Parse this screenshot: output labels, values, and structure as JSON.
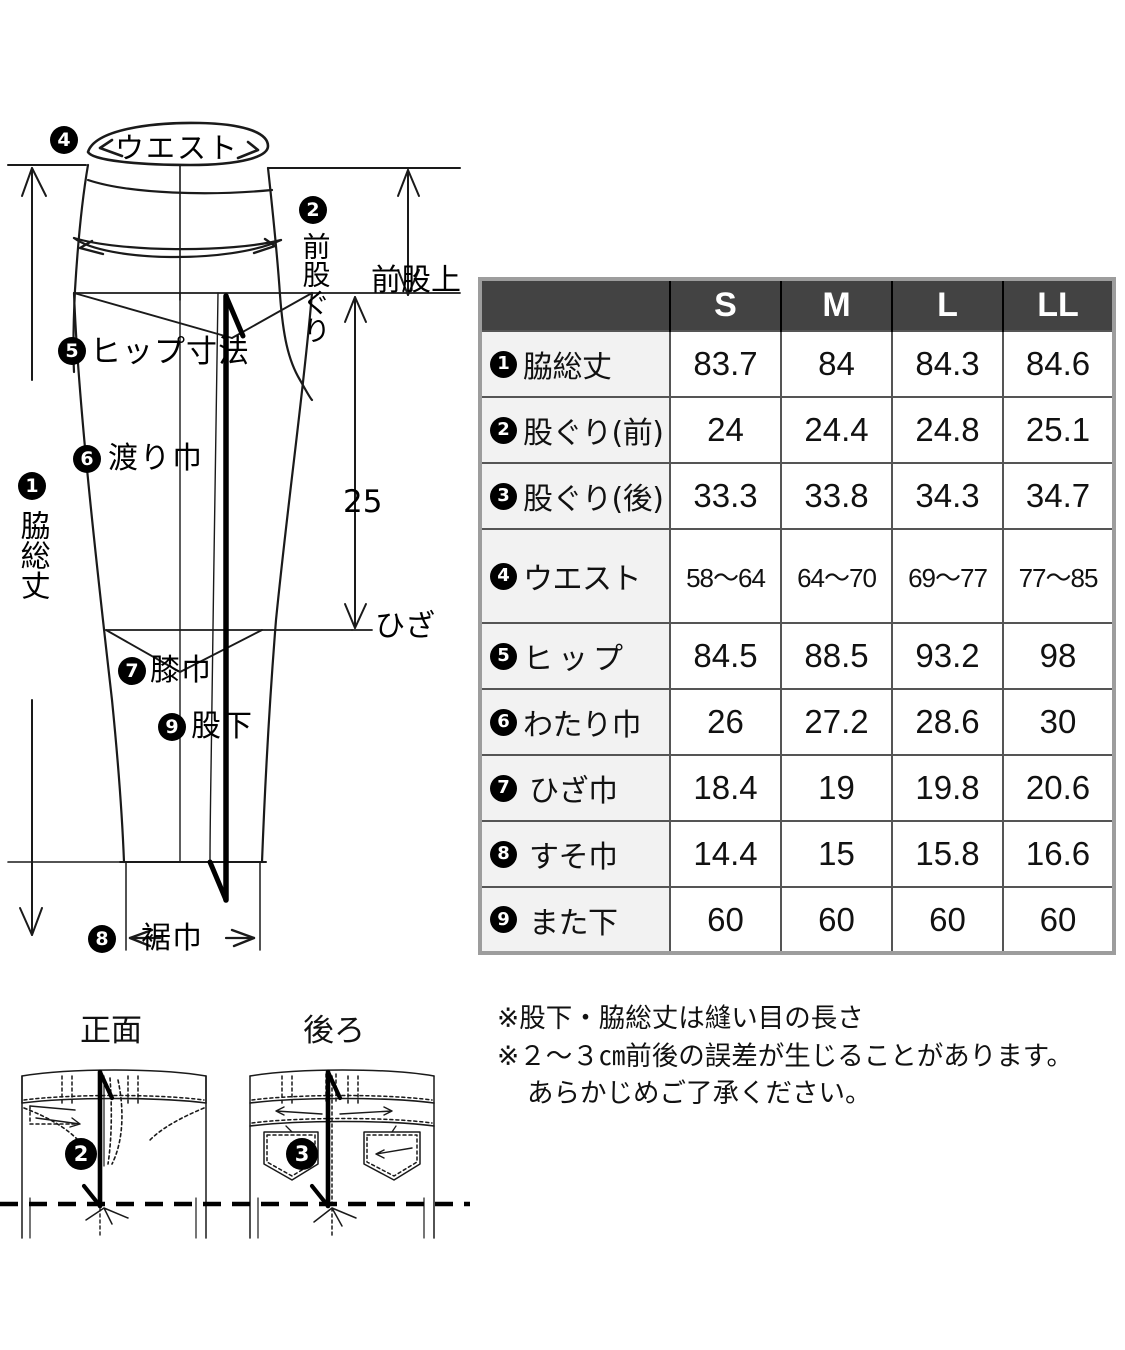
{
  "diagram": {
    "labels": {
      "waist": "ウエスト",
      "front_rise_measure": "前股ぐり",
      "front_rise_height": "前股上",
      "hip_measure": "ヒップ寸法",
      "thigh_width": "渡り巾",
      "side_length": "脇総丈",
      "knee_width": "膝巾",
      "inseam": "股下",
      "hem_width": "裾巾",
      "knee_point": "ひざ",
      "knee_distance": "25"
    },
    "markers": {
      "side_length": "❶",
      "front_rise": "❷",
      "hip": "❺",
      "waist": "❹",
      "thigh": "❻",
      "knee": "❼",
      "hem": "❽",
      "inseam": "❾"
    },
    "marker_numbers": {
      "one": "1",
      "two": "2",
      "three": "3",
      "four": "4",
      "five": "5",
      "six": "6",
      "seven": "7",
      "eight": "8",
      "nine": "9"
    }
  },
  "views": {
    "front_label": "正面",
    "back_label": "後ろ",
    "front_marker": "2",
    "back_marker": "3"
  },
  "table": {
    "header": [
      "",
      "S",
      "M",
      "L",
      "LL"
    ],
    "rows": [
      {
        "num": "1",
        "label": "脇総丈",
        "values": [
          "83.7",
          "84",
          "84.3",
          "84.6"
        ]
      },
      {
        "num": "2",
        "label": "股ぐり(前)",
        "values": [
          "24",
          "24.4",
          "24.8",
          "25.1"
        ]
      },
      {
        "num": "3",
        "label": "股ぐり(後)",
        "values": [
          "33.3",
          "33.8",
          "34.3",
          "34.7"
        ]
      },
      {
        "num": "4",
        "label": "ウエスト",
        "values": [
          "58〜64",
          "64〜70",
          "69〜77",
          "77〜85"
        ]
      },
      {
        "num": "5",
        "label": "ヒップ",
        "values": [
          "84.5",
          "88.5",
          "93.2",
          "98"
        ]
      },
      {
        "num": "6",
        "label": "わたり巾",
        "values": [
          "26",
          "27.2",
          "28.6",
          "30"
        ]
      },
      {
        "num": "7",
        "label": "ひざ巾",
        "values": [
          "18.4",
          "19",
          "19.8",
          "20.6"
        ]
      },
      {
        "num": "8",
        "label": "すそ巾",
        "values": [
          "14.4",
          "15",
          "15.8",
          "16.6"
        ]
      },
      {
        "num": "9",
        "label": "また下",
        "values": [
          "60",
          "60",
          "60",
          "60"
        ]
      }
    ]
  },
  "notes": {
    "line1": "※股下・脇総丈は縫い目の長さ",
    "line2": "※２〜３㎝前後の誤差が生じることがあります。",
    "line3": "あらかじめご了承ください。"
  },
  "colors": {
    "header_bg": "#434343",
    "row_label_bg": "#f2f2f2",
    "table_border": "#9d9d9d",
    "ink": "#111111"
  }
}
